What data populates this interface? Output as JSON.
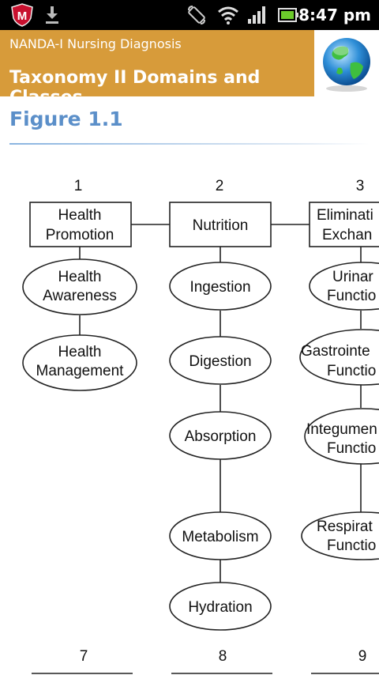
{
  "status_bar": {
    "time": "8:47 pm",
    "icons": [
      "mcafee-shield-icon",
      "download-icon",
      "screen-rotate-icon",
      "wifi-icon",
      "signal-icon",
      "battery-icon"
    ]
  },
  "header": {
    "app_name": "NANDA-I Nursing Diagnosis",
    "title": "Taxonomy II Domains and Classes",
    "accent_color": "#d79b3a"
  },
  "figure": {
    "title": "Figure 1.1",
    "title_color": "#5b8fc9"
  },
  "diagram": {
    "domains": [
      {
        "number": "1",
        "label_lines": [
          "Health",
          "Promotion"
        ],
        "classes": [
          [
            "Health",
            "Awareness"
          ],
          [
            "Health",
            "Management"
          ]
        ]
      },
      {
        "number": "2",
        "label_lines": [
          "Nutrition"
        ],
        "classes": [
          [
            "Ingestion"
          ],
          [
            "Digestion"
          ],
          [
            "Absorption"
          ],
          [
            "Metabolism"
          ],
          [
            "Hydration"
          ]
        ]
      },
      {
        "number": "3",
        "label_lines": [
          "Eliminati",
          "Exchan"
        ],
        "classes": [
          [
            "Urinar",
            "Functio"
          ],
          [
            "Gastrointe",
            "Functio"
          ],
          [
            "Integumen",
            "Functio"
          ],
          [
            "Respirat",
            "Functio"
          ]
        ]
      }
    ],
    "bottom_numbers": [
      "7",
      "8",
      "9"
    ]
  }
}
